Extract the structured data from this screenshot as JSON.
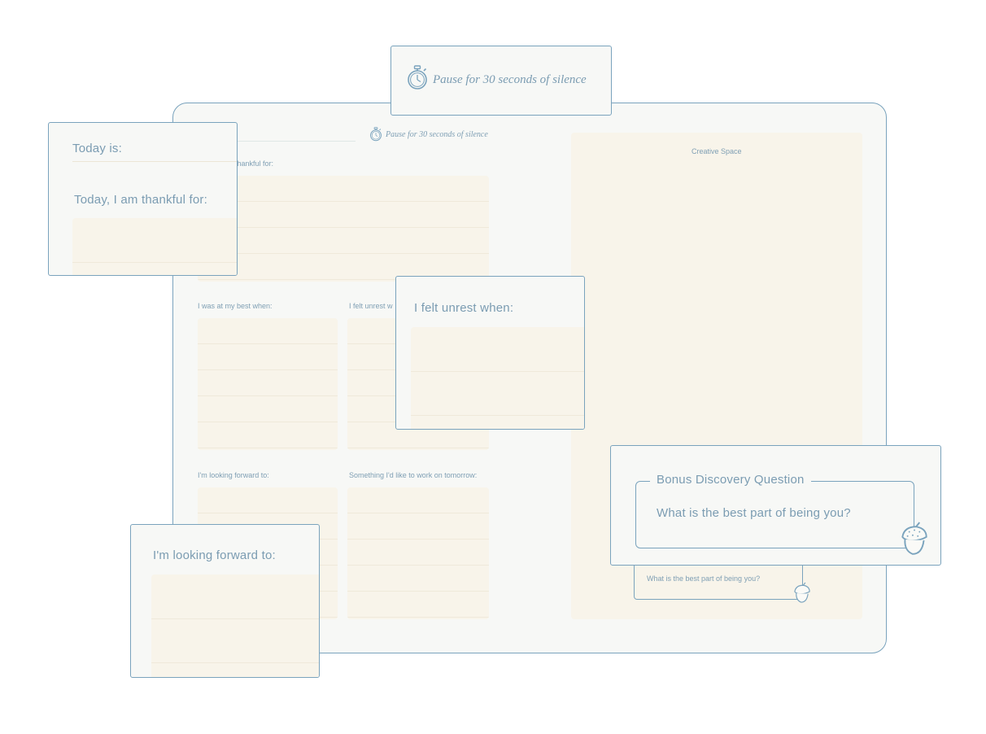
{
  "page": {
    "pause_text": "Pause for 30 seconds of silence",
    "today_is": "Today is:",
    "thankful_label": "Today, I am thankful for:",
    "thankful_label_partial": "thankful for:",
    "best_label": "I was at my best when:",
    "unrest_label": "I felt unrest when:",
    "unrest_label_partial": "I felt unrest w",
    "forward_label": "I'm looking forward to:",
    "tomorrow_label": "Something I'd like to work on tomorrow:",
    "creative_label": "Creative Space",
    "bonus_title": "Bonus Discovery Question",
    "bonus_question": "What is the best part of being you?"
  },
  "icons": {
    "timer": "stopwatch-icon",
    "acorn": "acorn-icon"
  },
  "colors": {
    "line": "#7aa3bd",
    "paper": "#f7f8f6",
    "cream": "#f8f4ea"
  }
}
